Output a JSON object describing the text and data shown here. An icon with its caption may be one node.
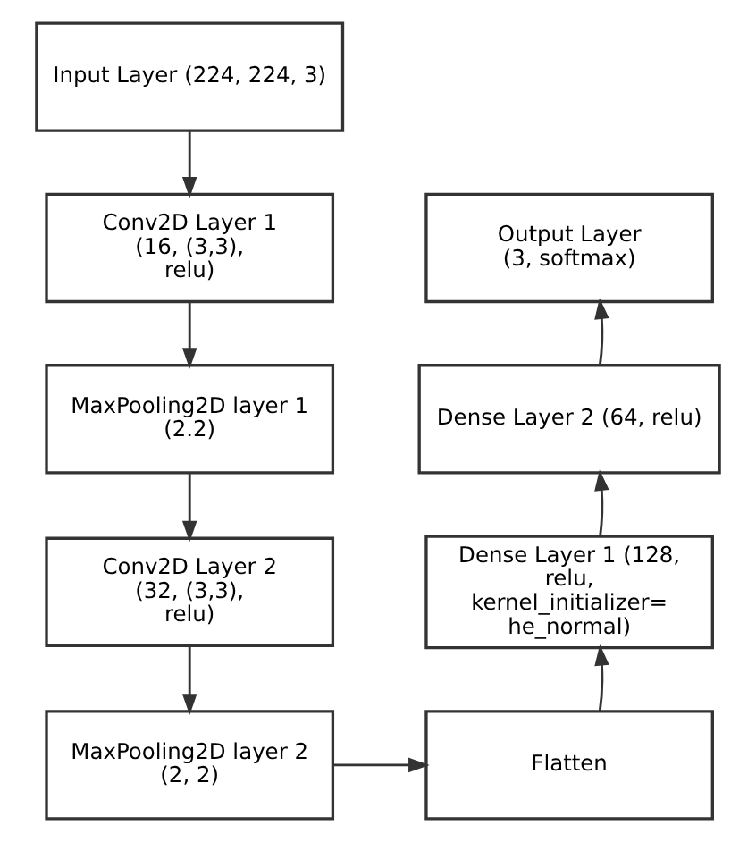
{
  "diagram": {
    "nodes": [
      {
        "text": [
          "Input Layer (224, 224, 3)"
        ]
      },
      {
        "text": [
          "Conv2D Layer 1 (16, (3,3), relu)"
        ]
      },
      {
        "text": [
          "MaxPooling2D layer 1 (2.2)"
        ]
      },
      {
        "text": [
          "Conv2D Layer 2 (32, (3,3), relu)"
        ]
      },
      {
        "text": [
          "MaxPooling2D layer 2 (2, 2)"
        ]
      },
      {
        "text": [
          "Output Layer (3, softmax)"
        ]
      },
      {
        "text": [
          "Dense Layer 2 (64, relu)"
        ]
      },
      {
        "text": [
          "Dense Layer 1 (128, relu, kernel_initializer= he_normal)"
        ]
      },
      {
        "text": [
          "Flatten"
        ]
      }
    ],
    "edges": [
      {
        "from": 0,
        "to": 1,
        "arrow": "to"
      },
      {
        "from": 1,
        "to": 2,
        "arrow": "to"
      },
      {
        "from": 2,
        "to": 3,
        "arrow": "to"
      },
      {
        "from": 3,
        "to": 4,
        "arrow": "to"
      },
      {
        "from": 4,
        "to": 8,
        "arrow": "to"
      },
      {
        "from": 8,
        "to": 7,
        "arrow": "to"
      },
      {
        "from": 7,
        "to": 6,
        "arrow": "to"
      },
      {
        "from": 6,
        "to": 5,
        "arrow": "to"
      }
    ]
  }
}
